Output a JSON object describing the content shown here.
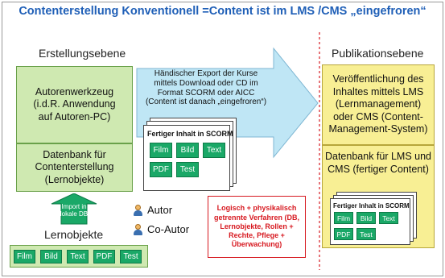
{
  "title": "Contenterstellung Konventionell   =Content ist im LMS /CMS „eingefroren“",
  "left": {
    "heading": "Erstellungsebene",
    "authoring_tool": "Autorenwerkzeug (i.d.R. Anwendung auf Autoren-PC)",
    "database": "Datenbank für Contenterstellung (Lernobjekte)",
    "import_label": "Import in lokale DB",
    "learning_objects_heading": "Lernobjekte",
    "learning_objects": [
      "Film",
      "Bild",
      "Text",
      "PDF",
      "Test"
    ]
  },
  "export_arrow": {
    "text": "Händischer Export der Kurse mittels Download oder CD im Format SCORM oder AICC (Content ist danach „eingefroren“)"
  },
  "scorm_package_left": {
    "label": "Fertiger Inhalt in SCORM",
    "items": [
      "Film",
      "Bild",
      "Text",
      "PDF",
      "Test"
    ]
  },
  "legend": {
    "author": "Autor",
    "co_author": "Co-Autor"
  },
  "separation_note": "Logisch + physikalisch getrennte Verfahren (DB, Lernobjekte, Rollen + Rechte, Pflege + Überwachung)",
  "right": {
    "heading": "Publikationsebene",
    "publication": "Veröffentlichung des Inhaltes mittels LMS (Lernmanagement) oder CMS (Content-Management-System)",
    "database": "Datenbank für LMS und CMS (fertiger Content)",
    "scorm_label": "Fertiger Inhalt in SCORM",
    "scorm_items": [
      "Film",
      "Bild",
      "Text",
      "PDF",
      "Test"
    ]
  },
  "colors": {
    "title": "#1f5fb7",
    "green_box": "#cfe9b1",
    "yellow_box": "#f8ef94",
    "chip": "#1aa867",
    "arrow": "#bfe6f5",
    "red": "#d71920"
  }
}
